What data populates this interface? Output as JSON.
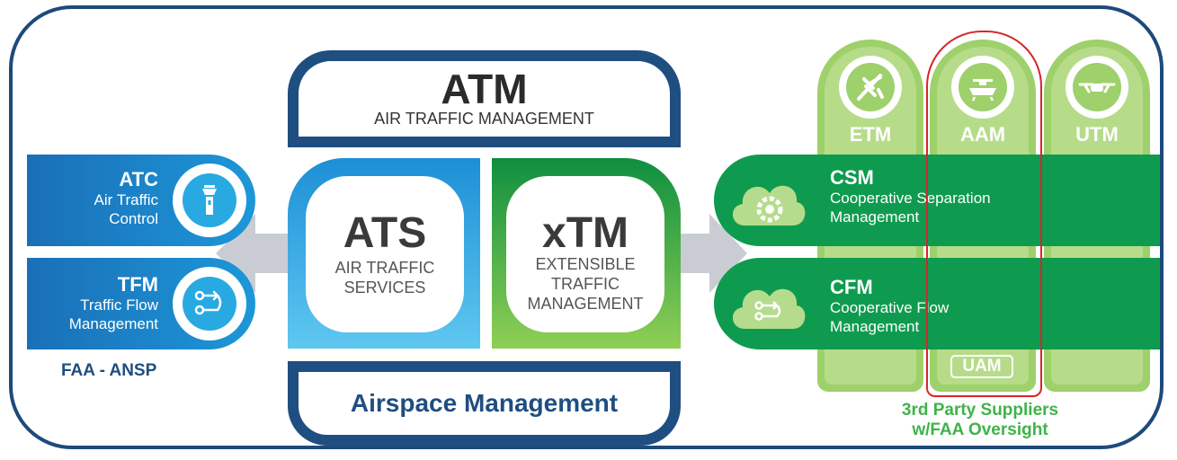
{
  "atm": {
    "title": "ATM",
    "subtitle": "AIR TRAFFIC MANAGEMENT"
  },
  "ats": {
    "title": "ATS",
    "subtitle_line1": "AIR TRAFFIC",
    "subtitle_line2": "SERVICES"
  },
  "xtm": {
    "title": "xTM",
    "subtitle_line1": "EXTENSIBLE",
    "subtitle_line2": "TRAFFIC",
    "subtitle_line3": "MANAGEMENT"
  },
  "airspace": {
    "label": "Airspace Management"
  },
  "left": {
    "atc": {
      "acronym": "ATC",
      "line1": "Air Traffic",
      "line2": "Control",
      "icon": "control-tower-icon"
    },
    "tfm": {
      "acronym": "TFM",
      "line1": "Traffic Flow",
      "line2": "Management",
      "icon": "flow-route-icon"
    },
    "caption": "FAA - ANSP"
  },
  "right": {
    "columns": [
      {
        "label": "ETM",
        "icon": "airplane-icon"
      },
      {
        "label": "AAM",
        "icon": "air-taxi-icon"
      },
      {
        "label": "UTM",
        "icon": "drone-icon"
      }
    ],
    "csm": {
      "acronym": "CSM",
      "line1": "Cooperative Separation",
      "line2": "Management",
      "icon": "cloud-gear-icon"
    },
    "cfm": {
      "acronym": "CFM",
      "line1": "Cooperative Flow",
      "line2": "Management",
      "icon": "cloud-flow-icon"
    },
    "uam_badge": "UAM",
    "caption_line1": "3rd Party Suppliers",
    "caption_line2": "w/FAA Oversight"
  },
  "colors": {
    "navy": "#1f4e80",
    "blue": "#1d97d8",
    "green": "#0f9b4f",
    "light_green": "#9ed06b",
    "highlight_red": "#d6262b",
    "supplier_green": "#3fb34a"
  }
}
